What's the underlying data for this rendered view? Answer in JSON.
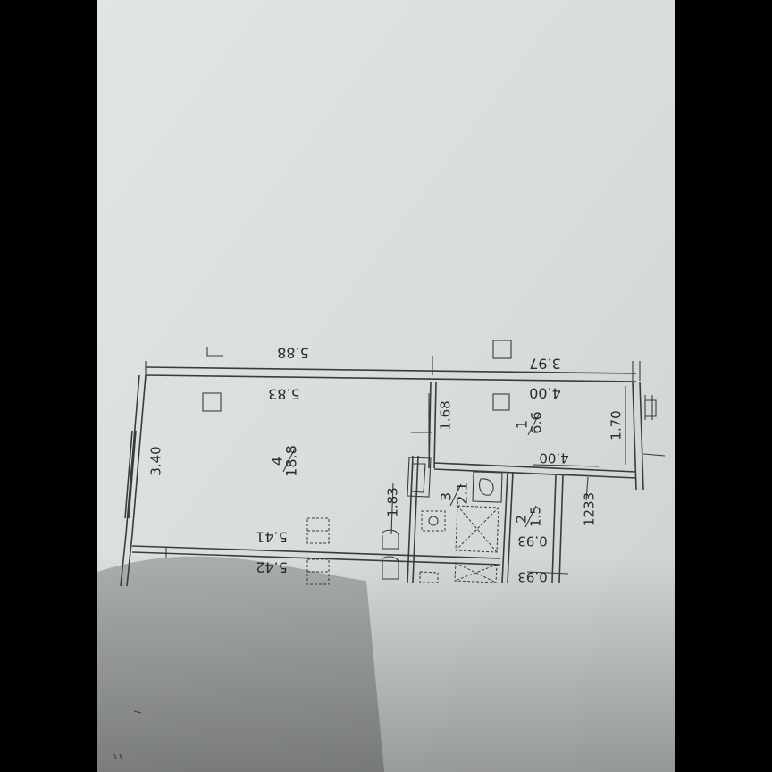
{
  "plan": {
    "dims": {
      "top_left_outer": "5.88",
      "top_left_inner": "5.83",
      "top_right_outer": "3.97",
      "top_right_inner": "4.00",
      "room1_lower": "4.00",
      "left_height": "3.40",
      "mid_height": "1.68",
      "right_height": "1.70",
      "bath_height": "1.83",
      "bottom_inner": "5.41",
      "bottom_outer": "5.42",
      "wc_width_a": "0.93",
      "wc_width_b": "0.93",
      "right_lower": "1233"
    },
    "rooms": [
      {
        "number": "4",
        "area": "18.8"
      },
      {
        "number": "1",
        "area": "6.6"
      },
      {
        "number": "3",
        "area": "2.1"
      },
      {
        "number": "2",
        "area": "1.5"
      }
    ]
  }
}
